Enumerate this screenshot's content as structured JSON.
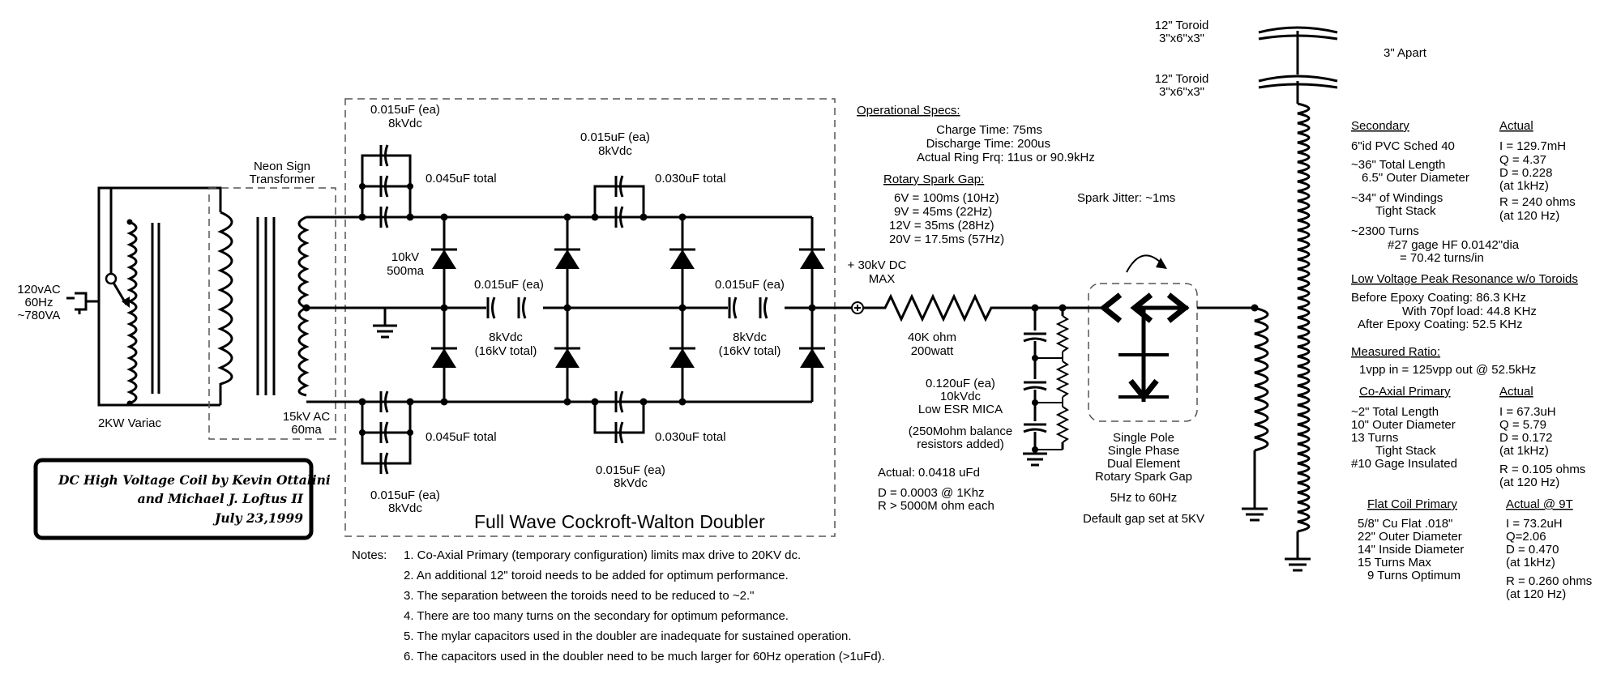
{
  "source": {
    "voltage": "120vAC",
    "freq": "60Hz",
    "power": "~780VA"
  },
  "variac": {
    "label": "2KW Variac"
  },
  "nst": {
    "title_1": "Neon Sign",
    "title_2": "Transformer",
    "output_1": "15kV AC",
    "output_2": "60ma"
  },
  "doubler": {
    "title": "Full Wave Cockroft-Walton Doubler",
    "cap_top_left_1": "0.015uF (ea)",
    "cap_top_left_2": "8kVdc",
    "cap_top_left_total": "0.045uF total",
    "cap_top_mid_1": "0.015uF (ea)",
    "cap_top_mid_2": "8kVdc",
    "cap_top_mid_total": "0.030uF total",
    "cap_bot_left_1": "0.015uF (ea)",
    "cap_bot_left_2": "8kVdc",
    "cap_bot_left_total": "0.045uF total",
    "cap_bot_mid_1": "0.015uF (ea)",
    "cap_bot_mid_2": "8kVdc",
    "cap_bot_mid_total": "0.030uF total",
    "diode_1": "10kV",
    "diode_2": "500ma",
    "cap_center_l_1": "0.015uF (ea)",
    "cap_center_l_2": "8kVdc",
    "cap_center_l_3": "(16kV total)",
    "cap_center_r_1": "0.015uF (ea)",
    "cap_center_r_2": "8kVdc",
    "cap_center_r_3": "(16kV total)",
    "out_1": "+ 30kV DC",
    "out_2": "MAX"
  },
  "resistor": {
    "value": "40K ohm",
    "power": "200watt"
  },
  "tank_cap": {
    "l1": "0.120uF (ea)",
    "l2": "10kVdc",
    "l3": "Low ESR MICA",
    "l4": "(250Mohm balance",
    "l5": "resistors added)",
    "a1": "Actual: 0.0418 uFd",
    "a2": "D = 0.0003 @ 1Khz",
    "a3": "R > 5000M ohm each"
  },
  "gap": {
    "l1": "Single Pole",
    "l2": "Single Phase",
    "l3": "Dual Element",
    "l4": "Rotary Spark Gap",
    "l5": "5Hz to 60Hz",
    "l6": "Default gap set at 5KV"
  },
  "specs": {
    "title": "Operational Specs:",
    "charge": "Charge Time:  75ms",
    "discharge": "Discharge Time:  200us",
    "ring": "Actual Ring Frq:  11us or 90.9kHz",
    "rsg_title": "Rotary Spark Gap:",
    "r1": "6V = 100ms (10Hz)",
    "r2": "9V =  45ms (22Hz)",
    "r3": "12V =  35ms (28Hz)",
    "r4": "20V =  17.5ms (57Hz)",
    "jitter": "Spark Jitter:  ~1ms"
  },
  "toroids": {
    "t1_1": "12\" Toroid",
    "t1_2": "3\"x6\"x3\"",
    "t2_1": "12\" Toroid",
    "t2_2": "3\"x6\"x3\"",
    "apart": "3\" Apart"
  },
  "secondary": {
    "title": "Secondary",
    "actual": "Actual",
    "l1": "6\"id PVC Sched 40",
    "l2": "~36\" Total Length",
    "l3": "6.5\" Outer Diameter",
    "l4": "~34\" of Windings",
    "l5": "Tight Stack",
    "l6": "~2300 Turns",
    "l7": "#27 gage HF 0.0142\"dia",
    "l8": "= 70.42  turns/in",
    "a1": "I = 129.7mH",
    "a2": "Q = 4.37",
    "a3": "D = 0.228",
    "a4": "(at 1kHz)",
    "a5": "R = 240 ohms",
    "a6": "(at 120 Hz)"
  },
  "lowv": {
    "title": "Low Voltage Peak Resonance w/o Toroids",
    "l1": "Before Epoxy Coating: 86.3 KHz",
    "l2": "With 70pf load: 44.8 KHz",
    "l3": "After  Epoxy Coating: 52.5 KHz"
  },
  "ratio": {
    "title": "Measured Ratio:",
    "l1": "1vpp in = 125vpp out @ 52.5kHz"
  },
  "coax": {
    "title": "Co-Axial Primary",
    "actual": "Actual",
    "l1": "~2\" Total Length",
    "l2": "10\" Outer Diameter",
    "l3": "13 Turns",
    "l4": "Tight Stack",
    "l5": "#10 Gage Insulated",
    "a1": "I = 67.3uH",
    "a2": "Q = 5.79",
    "a3": "D = 0.172",
    "a4": "(at 1kHz)",
    "a5": "R = 0.105 ohms",
    "a6": "(at 120 Hz)"
  },
  "flat": {
    "title": "Flat Coil Primary",
    "actual": "Actual @ 9T",
    "l1": "5/8\" Cu Flat .018\"",
    "l2": "22\" Outer Diameter",
    "l3": "14\" Inside Diameter",
    "l4": "15 Turns Max",
    "l5": "9 Turns Optimum",
    "a1": "I = 73.2uH",
    "a2": "Q=2.06",
    "a3": "D = 0.470",
    "a4": "(at 1kHz)",
    "a5": "R = 0.260 ohms",
    "a6": "(at 120 Hz)"
  },
  "credit": {
    "l1": "DC High Voltage Coil by Kevin Ottalini",
    "l2": "and Michael J. Loftus II",
    "l3": "July 23,1999"
  },
  "notes": {
    "label": "Notes:",
    "n1": "1.  Co-Axial Primary (temporary configuration) limits max drive to 20KV dc.",
    "n2": "2.  An additional 12\" toroid needs to be added for optimum performance.",
    "n3": "3.  The separation between the toroids need to be reduced to ~2.\"",
    "n4": "4.  There are too many turns on the secondary for optimum peformance.",
    "n5": "5.  The mylar capacitors used in the doubler are inadequate for sustained operation.",
    "n6": "6.  The capacitors used in the doubler need to be much larger for 60Hz operation (>1uFd)."
  }
}
